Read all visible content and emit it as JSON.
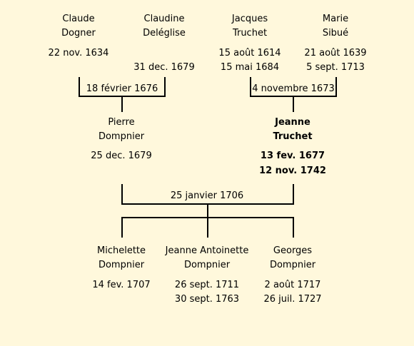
{
  "grandparents": [
    {
      "first": "Claude",
      "last": "Dogner",
      "birth": "22 nov. 1634",
      "death": ""
    },
    {
      "first": "Claudine",
      "last": "Deléglise",
      "birth": "",
      "death": "31 dec. 1679"
    },
    {
      "first": "Jacques",
      "last": "Truchet",
      "birth": "15 août 1614",
      "death": "15 mai 1684"
    },
    {
      "first": "Marie",
      "last": "Sibué",
      "birth": "21 août 1639",
      "death": "5 sept. 1713"
    }
  ],
  "marriages": {
    "dogner": "18 février 1676",
    "truchet": "4 novembre 1673",
    "main": "25 janvier 1706"
  },
  "parents": [
    {
      "first": "Pierre",
      "last": "Dompnier",
      "birth": "25 dec. 1679",
      "death": ""
    },
    {
      "first": "Jeanne",
      "last": "Truchet",
      "birth": "13 fev. 1677",
      "death": "12 nov. 1742"
    }
  ],
  "children": [
    {
      "first": "Michelette",
      "last": "Dompnier",
      "birth": "14 fev. 1707",
      "death": ""
    },
    {
      "first": "Jeanne Antoinette",
      "last": "Dompnier",
      "birth": "26 sept. 1711",
      "death": "30 sept. 1763"
    },
    {
      "first": "Georges",
      "last": "Dompnier",
      "birth": "2 août 1717",
      "death": "26 juil. 1727"
    }
  ]
}
